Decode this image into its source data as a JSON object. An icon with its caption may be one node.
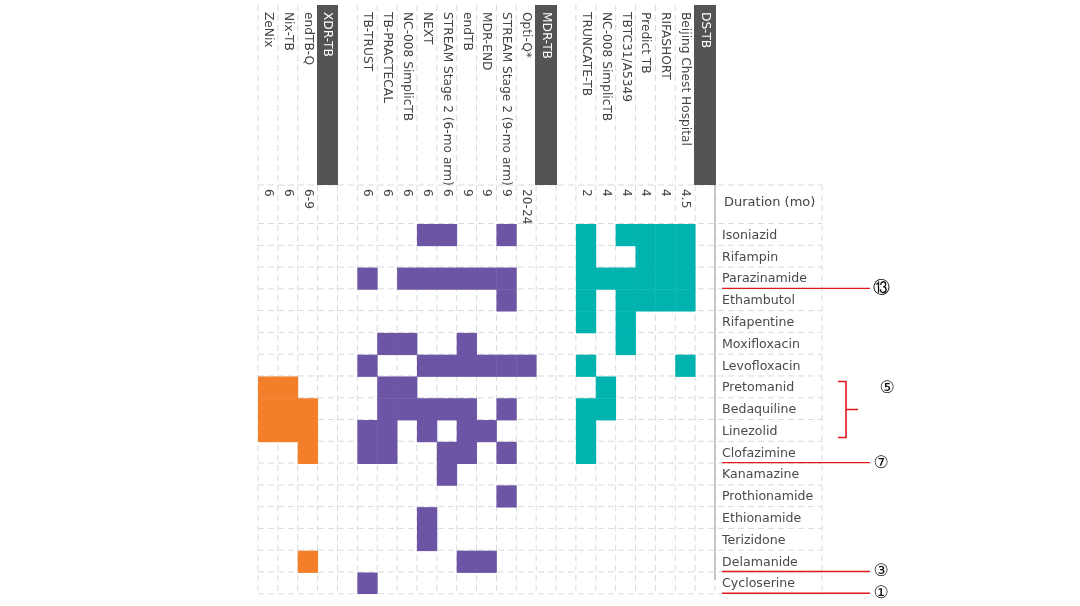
{
  "diagram": {
    "nodes": [
      {
        "text": [
          "Isoniazid"
        ]
      },
      {
        "text": [
          "Rifampin"
        ]
      },
      {
        "text": [
          "Parazinamide"
        ]
      },
      {
        "text": [
          "Ethambutol"
        ]
      },
      {
        "text": [
          "Rifapentine"
        ]
      },
      {
        "text": [
          "Moxifloxacin"
        ]
      },
      {
        "text": [
          "Levofloxacin"
        ]
      },
      {
        "text": [
          "Pretomanid"
        ]
      },
      {
        "text": [
          "Bedaquiline"
        ]
      },
      {
        "text": [
          "Linezolid"
        ]
      },
      {
        "text": [
          "Clofazimine"
        ]
      },
      {
        "text": [
          "Kanamazine"
        ]
      },
      {
        "text": [
          "Prothionamide"
        ]
      },
      {
        "text": [
          "Ethionamide"
        ]
      },
      {
        "text": [
          "Terizidone"
        ]
      },
      {
        "text": [
          "Delamanide"
        ]
      },
      {
        "text": [
          "Cycloserine"
        ]
      },
      {
        "text": [
          "⑬"
        ]
      },
      {
        "text": [
          "⑦"
        ]
      },
      {
        "text": [
          "③"
        ]
      },
      {
        "text": [
          "①"
        ]
      }
    ],
    "edges": [
      {
        "from": 17,
        "to": 2,
        "arrow": "none"
      },
      {
        "from": 18,
        "to": 10,
        "arrow": "none"
      },
      {
        "from": 19,
        "to": 15,
        "arrow": "none"
      },
      {
        "from": 20,
        "to": 16,
        "arrow": "none"
      }
    ],
    "labels": [
      "ZeNix",
      "Nix-TB",
      "endTB-Q",
      "XDR-TB",
      "TB-TRUST",
      "TB-PRACTECAL",
      "NC-008 SimplicTB",
      "NEXT",
      "STREAM Stage 2 (6-mo arm)",
      "endTB",
      "MDR-END",
      "STREAM Stage 2 (9-mo arm)",
      "Opti-Q*",
      "MDR-TB",
      "TRUNCATE-TB",
      "NC-008 SimplicTB",
      "TBTC31/A5349",
      "Predict TB",
      "RIFASHORT",
      "Beijing Chest Hospital",
      "DS-TB",
      "6",
      "6",
      "6-9",
      "6",
      "6",
      "6",
      "6",
      "6",
      "9",
      "9",
      "9",
      "20-24",
      "2",
      "4",
      "4",
      "4",
      "4",
      "4.5",
      "Duration (mo)",
      "⑤"
    ]
  }
}
